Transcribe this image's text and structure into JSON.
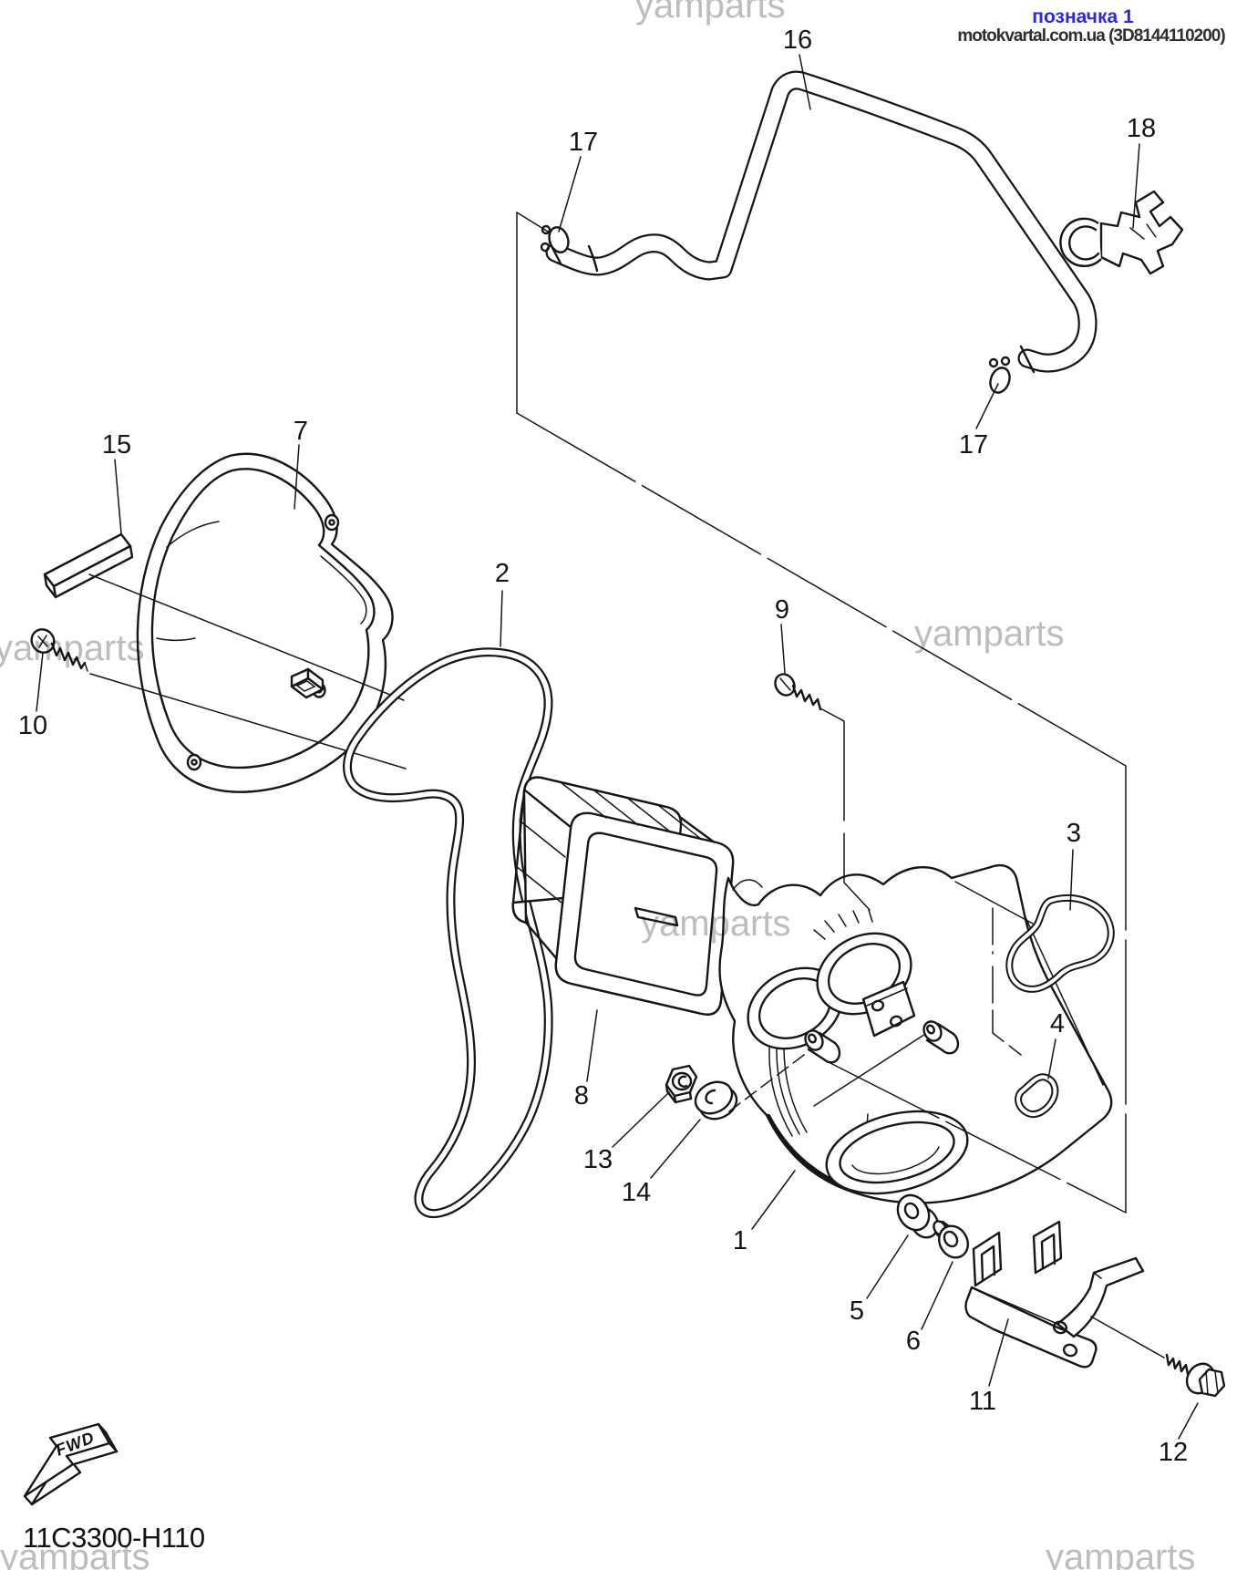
{
  "header": {
    "note_label": "позначка 1",
    "source_label": "motokvartal.com.ua (3D8144110200)",
    "note_color": "#2b2bd6",
    "source_color": "#2e2e2e"
  },
  "watermark": {
    "text": "yamparts",
    "color": "#bdbdbd"
  },
  "footer": {
    "diagram_code": "11C3300-H110",
    "fwd_label": "FWD"
  },
  "callouts": [
    {
      "part": "16"
    },
    {
      "part": "17"
    },
    {
      "part": "18"
    },
    {
      "part": "17"
    },
    {
      "part": "15"
    },
    {
      "part": "7"
    },
    {
      "part": "2"
    },
    {
      "part": "9"
    },
    {
      "part": "3"
    },
    {
      "part": "4"
    },
    {
      "part": "10"
    },
    {
      "part": "8"
    },
    {
      "part": "13"
    },
    {
      "part": "14"
    },
    {
      "part": "1"
    },
    {
      "part": "5"
    },
    {
      "part": "6"
    },
    {
      "part": "11"
    },
    {
      "part": "12"
    }
  ],
  "line_color": "#161616"
}
